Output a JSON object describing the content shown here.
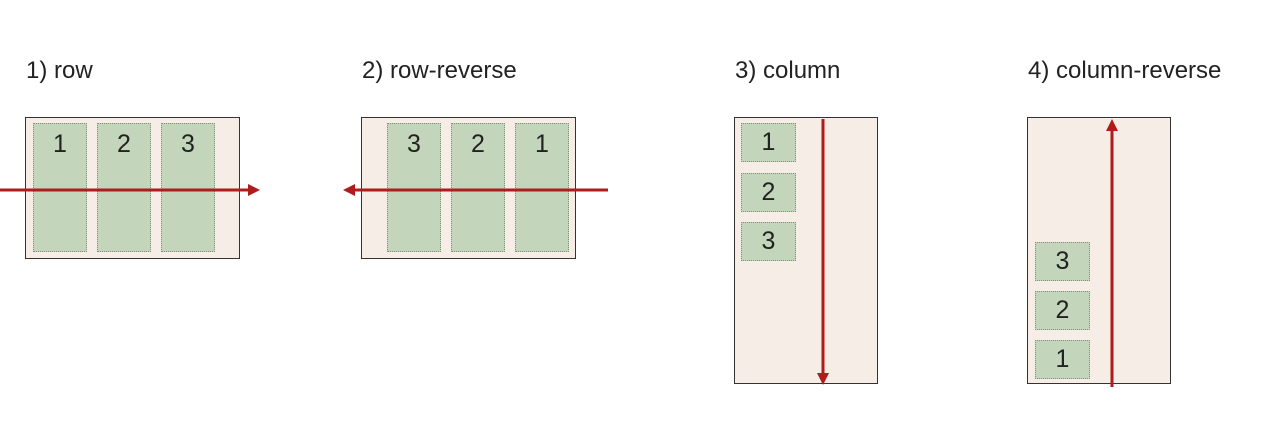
{
  "colors": {
    "container_bg": "#f6ede6",
    "item_bg": "#c3d5bb",
    "arrow": "#b01b1b"
  },
  "diagrams": [
    {
      "label": "1) row",
      "items": [
        "1",
        "2",
        "3"
      ]
    },
    {
      "label": "2) row-reverse",
      "items": [
        "3",
        "2",
        "1"
      ]
    },
    {
      "label": "3) column",
      "items": [
        "1",
        "2",
        "3"
      ]
    },
    {
      "label": "4) column-reverse",
      "items": [
        "3",
        "2",
        "1"
      ]
    }
  ]
}
